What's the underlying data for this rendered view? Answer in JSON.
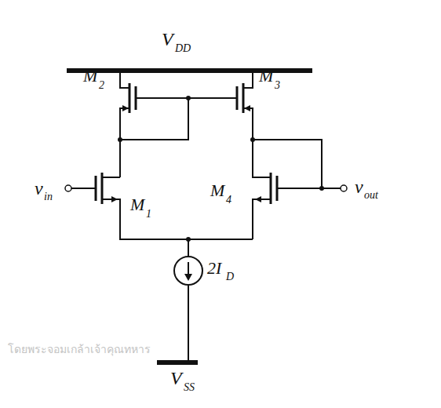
{
  "diagram": {
    "labels": [
      "V",
      "DD",
      "M",
      "2",
      "M",
      "3",
      "v",
      "in",
      "M",
      "1",
      "M",
      "4",
      "v",
      "out",
      "2I",
      "D",
      "V",
      "SS",
      "โดยพระจอมเกล้าเจ้าคุณทหาร"
    ]
  }
}
